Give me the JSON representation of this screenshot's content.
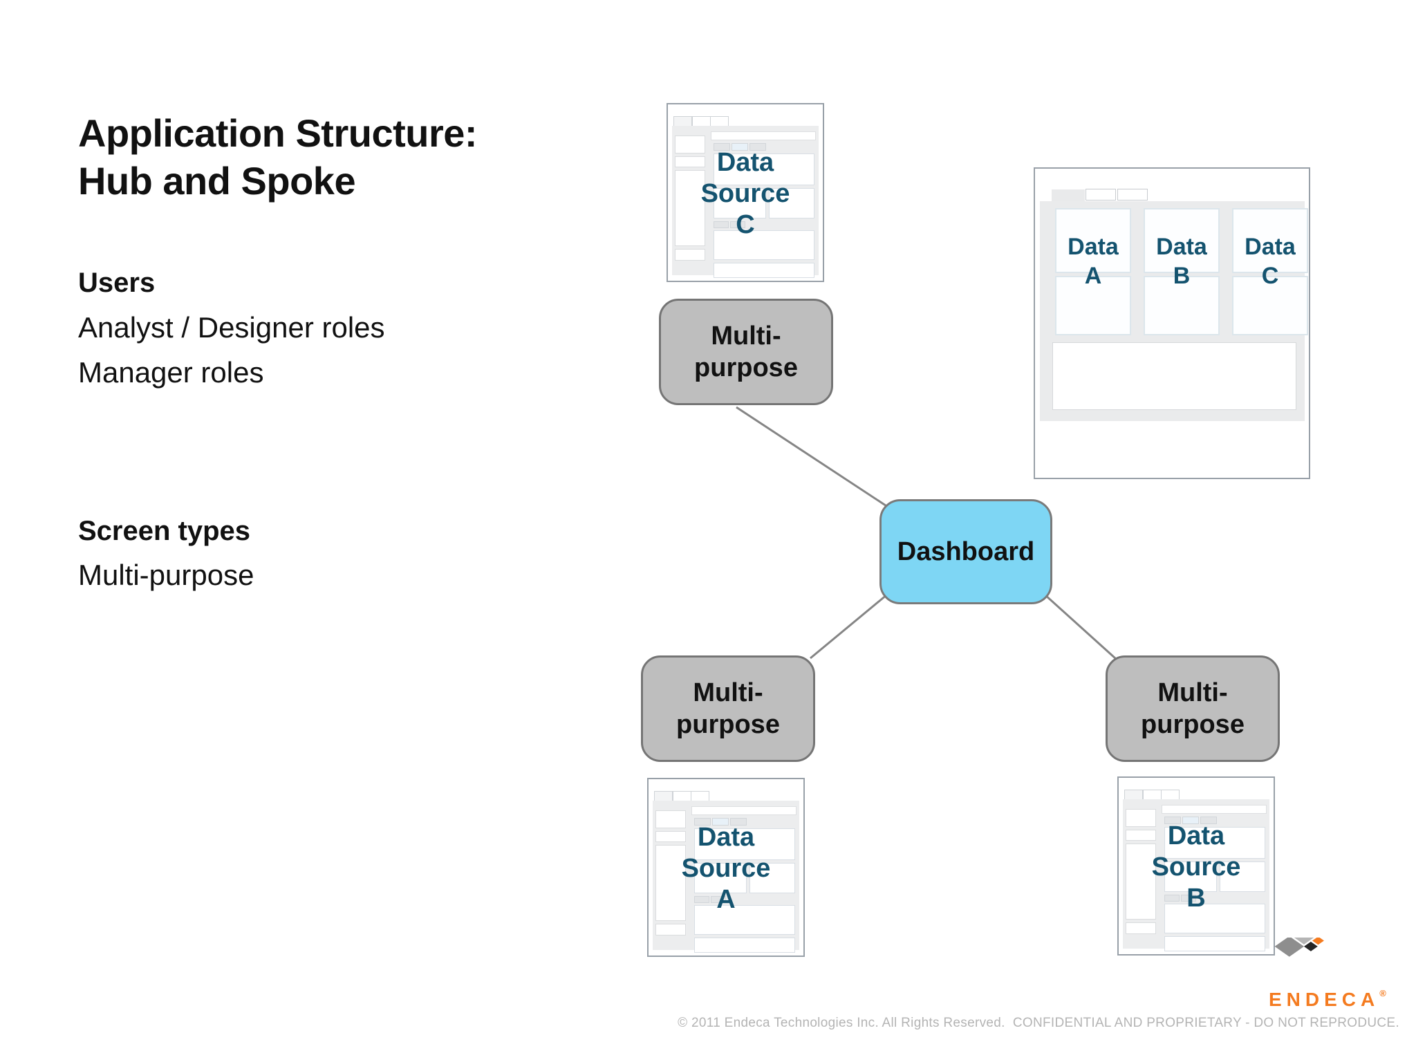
{
  "title": {
    "line1": "Application Structure:",
    "line2": "Hub and Spoke"
  },
  "left_panel": {
    "users_heading": "Users",
    "users_item1": "Analyst / Designer roles",
    "users_item2": "Manager roles",
    "screen_types_heading": "Screen types",
    "screen_types_item1": "Multi-purpose"
  },
  "diagram": {
    "hub_label": "Dashboard",
    "spoke_top": {
      "line1": "Multi-",
      "line2": "purpose"
    },
    "spoke_left": {
      "line1": "Multi-",
      "line2": "purpose"
    },
    "spoke_right": {
      "line1": "Multi-",
      "line2": "purpose"
    },
    "wireframe_top": {
      "line1": "Data",
      "line2": "Source",
      "line3": "C"
    },
    "wireframe_left": {
      "line1": "Data",
      "line2": "Source",
      "line3": "A"
    },
    "wireframe_right": {
      "line1": "Data",
      "line2": "Source",
      "line3": "B"
    },
    "wireframe_dashboard": {
      "panels": [
        {
          "line1": "Data",
          "line2": "A"
        },
        {
          "line1": "Data",
          "line2": "B"
        },
        {
          "line1": "Data",
          "line2": "C"
        }
      ]
    }
  },
  "footer": {
    "brand": "ENDECA",
    "registered_mark": "®",
    "copyright": "© 2011 Endeca Technologies Inc. All Rights Reserved.  CONFIDENTIAL AND PROPRIETARY - DO NOT REPRODUCE."
  },
  "colors": {
    "hub_fill": "#7ED6F4",
    "spoke_fill": "#BEBEBE",
    "wireframe_text": "#14536F",
    "connector": "#858585",
    "brand_orange": "#F47B20"
  }
}
